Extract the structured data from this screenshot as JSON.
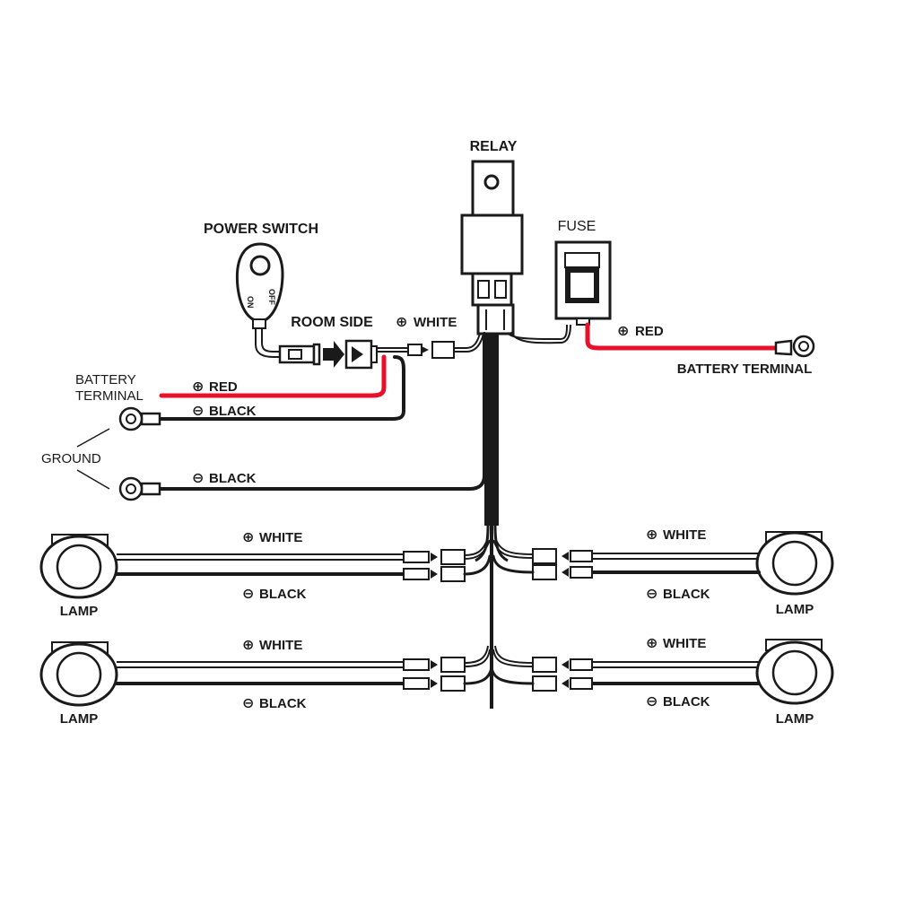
{
  "colors": {
    "red_wire": "#e8102a",
    "black_wire": "#1a1a1a",
    "background": "#ffffff"
  },
  "labels": {
    "relay": "RELAY",
    "fuse": "FUSE",
    "power_switch": "POWER SWITCH",
    "switch_on": "ON",
    "switch_off": "OFF",
    "room_side": "ROOM SIDE",
    "white_relay": "WHITE",
    "red_fuse": "RED",
    "battery_terminal_right": "BATTERY TERMINAL",
    "battery_terminal_left_line1": "BATTERY",
    "battery_terminal_left_line2": "TERMINAL",
    "red_left": "RED",
    "black_ground_1": "BLACK",
    "ground": "GROUND",
    "black_ground_2": "BLACK",
    "lamp_tl": "LAMP",
    "lamp_bl": "LAMP",
    "lamp_tr": "LAMP",
    "lamp_br": "LAMP",
    "white_tl": "WHITE",
    "black_tl": "BLACK",
    "white_tr": "WHITE",
    "black_tr": "BLACK",
    "white_bl": "WHITE",
    "black_bl": "BLACK",
    "white_br": "WHITE",
    "black_br": "BLACK"
  },
  "symbols": {
    "positive": "⊕",
    "negative": "⊖"
  }
}
